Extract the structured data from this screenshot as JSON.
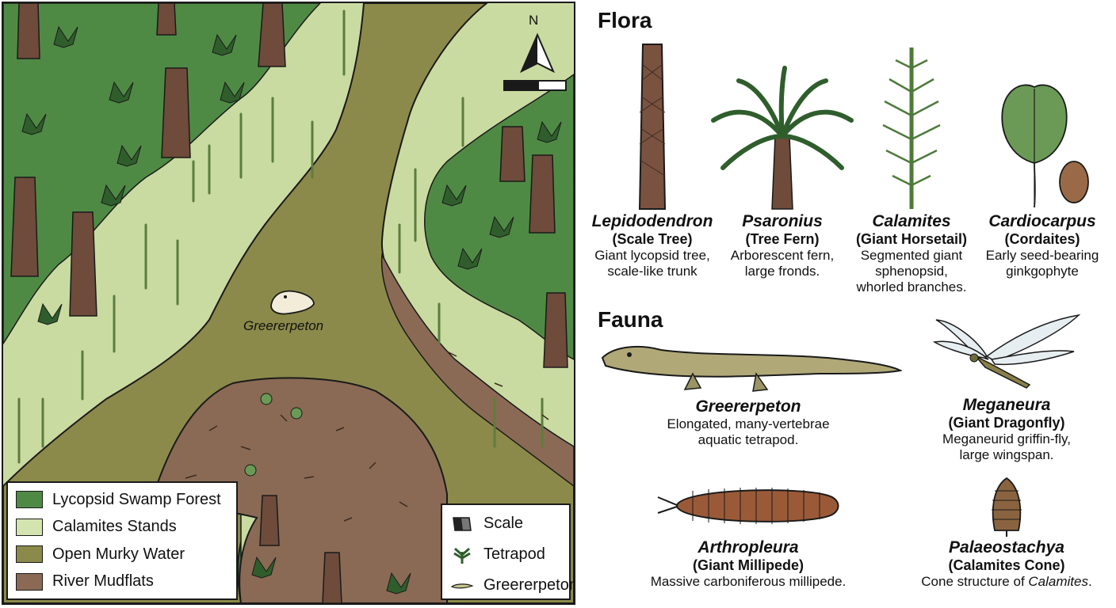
{
  "map": {
    "north_label": "N",
    "animal_label": "Greererpeton",
    "legend": [
      {
        "label": "Lycopsid Swamp Forest",
        "color": "#4f8a45"
      },
      {
        "label": "Calamites Stands",
        "color": "#d4e4ae"
      },
      {
        "label": "Open Murky Water",
        "color": "#8b8a4a"
      },
      {
        "label": "River Mudflats",
        "color": "#8a6a55"
      }
    ],
    "key": [
      {
        "label": "Scale",
        "icon": "scale-bar-icon"
      },
      {
        "label": "Tetrapod",
        "icon": "fern-icon"
      },
      {
        "label": "Greererpeton",
        "icon": "greererpeton-icon"
      }
    ]
  },
  "flora": {
    "title": "Flora",
    "items": [
      {
        "name": "Lepidodendron",
        "common": "(Scale Tree)",
        "desc": [
          "Giant lycopsid tree,",
          "scale-like trunk"
        ]
      },
      {
        "name": "Psaronius",
        "common": "(Tree Fern)",
        "desc": [
          "Arborescent fern,",
          "large fronds."
        ]
      },
      {
        "name": "Calamites",
        "common": "(Giant Horsetail)",
        "desc": [
          "Segmented giant",
          "sphenopsid,",
          "whorled branches."
        ]
      },
      {
        "name": "Cardiocarpus",
        "common": "(Cordaites)",
        "desc": [
          "Early seed-bearing",
          "ginkgophyte"
        ]
      }
    ]
  },
  "fauna": {
    "title": "Fauna",
    "items": [
      {
        "name": "Greererpeton",
        "common": "",
        "desc": [
          "Elongated, many-vertebrae",
          "aquatic tetrapod."
        ]
      },
      {
        "name": "Meganeura",
        "common": "(Giant Dragonfly)",
        "desc": [
          "Meganeurid griffin-fly,",
          "large wingspan."
        ]
      },
      {
        "name": "Arthropleura",
        "common": "(Giant Millipede)",
        "desc": [
          "Massive carboniferous millipede."
        ]
      },
      {
        "name": "Palaeostachya",
        "common": "(Calamites Cone)",
        "desc_prefix": "Cone structure of ",
        "desc_em": "Calamites",
        "desc_suffix": "."
      }
    ]
  }
}
